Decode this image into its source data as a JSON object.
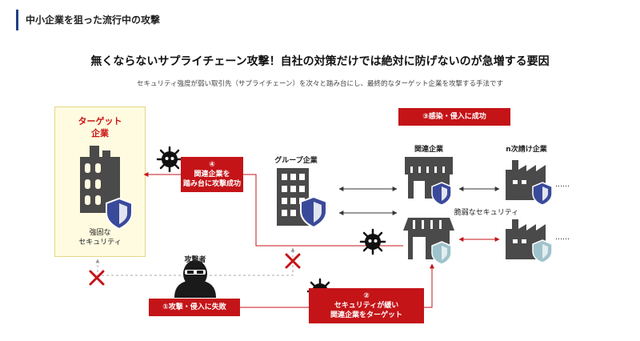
{
  "header": {
    "title": "中小企業を狙った流行中の攻撃"
  },
  "main_title": "無くならないサプライチェーン攻撃！自社の対策だけでは絶対に防げないのが急増する要因",
  "subtitle": "セキュリティ強度が弱い取引先（サプライチェーン）を次々と踏み台にし、最終的なターゲット企業を攻撃する手法です",
  "target": {
    "title_line1": "ターゲット",
    "title_line2": "企業",
    "security_line1": "強固な",
    "security_line2": "セキュリティ"
  },
  "labels": {
    "group_company": "グループ企業",
    "related_company": "関連企業",
    "nth_subcontractor": "n次請け企業",
    "weak_security": "脆弱なセキュリティ",
    "attacker": "攻撃者",
    "dots_top": "……",
    "dots_bottom": "……"
  },
  "steps": {
    "step1": {
      "text": "①攻撃・侵入に失敗"
    },
    "step2": {
      "number": "②",
      "line1": "セキュリティが緩い",
      "line2": "関連企業をターゲット"
    },
    "step3": {
      "text": "③感染・侵入に成功"
    },
    "step4": {
      "number": "④",
      "line1": "関連企業を",
      "line2": "踏み台に攻撃成功"
    }
  },
  "colors": {
    "accent_red": "#c41418",
    "navy": "#1f3f86",
    "shield_blue": "#3a4a9a",
    "shield_light": "#9fc3cc",
    "icon_gray": "#4a4a4a",
    "target_bg": "#fffbe0"
  }
}
